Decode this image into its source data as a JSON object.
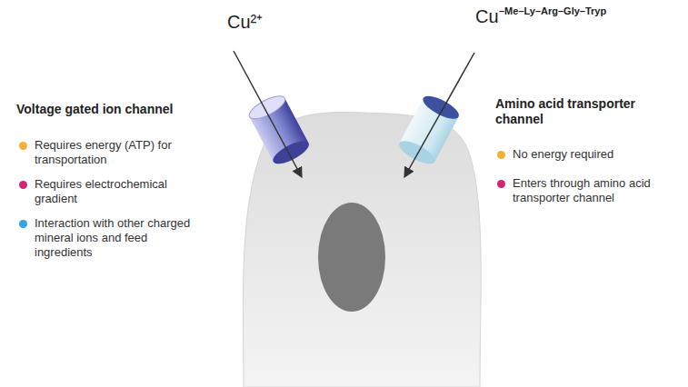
{
  "diagram": {
    "labels": [
      "Cu²⁺",
      "Cu",
      "–Me–Ly–Arg–Gly–Tryp",
      "Voltage gated ion channel",
      "Amino acid transporter channel"
    ],
    "legend": [
      {
        "text": "Requires energy (ATP) for transportation",
        "color": "#f2b134"
      },
      {
        "text": "Requires electrochemical gradient",
        "color": "#d6246e"
      },
      {
        "text": "Interaction with other charged mineral ions and feed ingredients",
        "color": "#2fa4e0"
      },
      {
        "text": "No energy required",
        "color": "#f2b134"
      },
      {
        "text": "Enters through amino acid transporter channel",
        "color": "#d6246e"
      }
    ]
  }
}
